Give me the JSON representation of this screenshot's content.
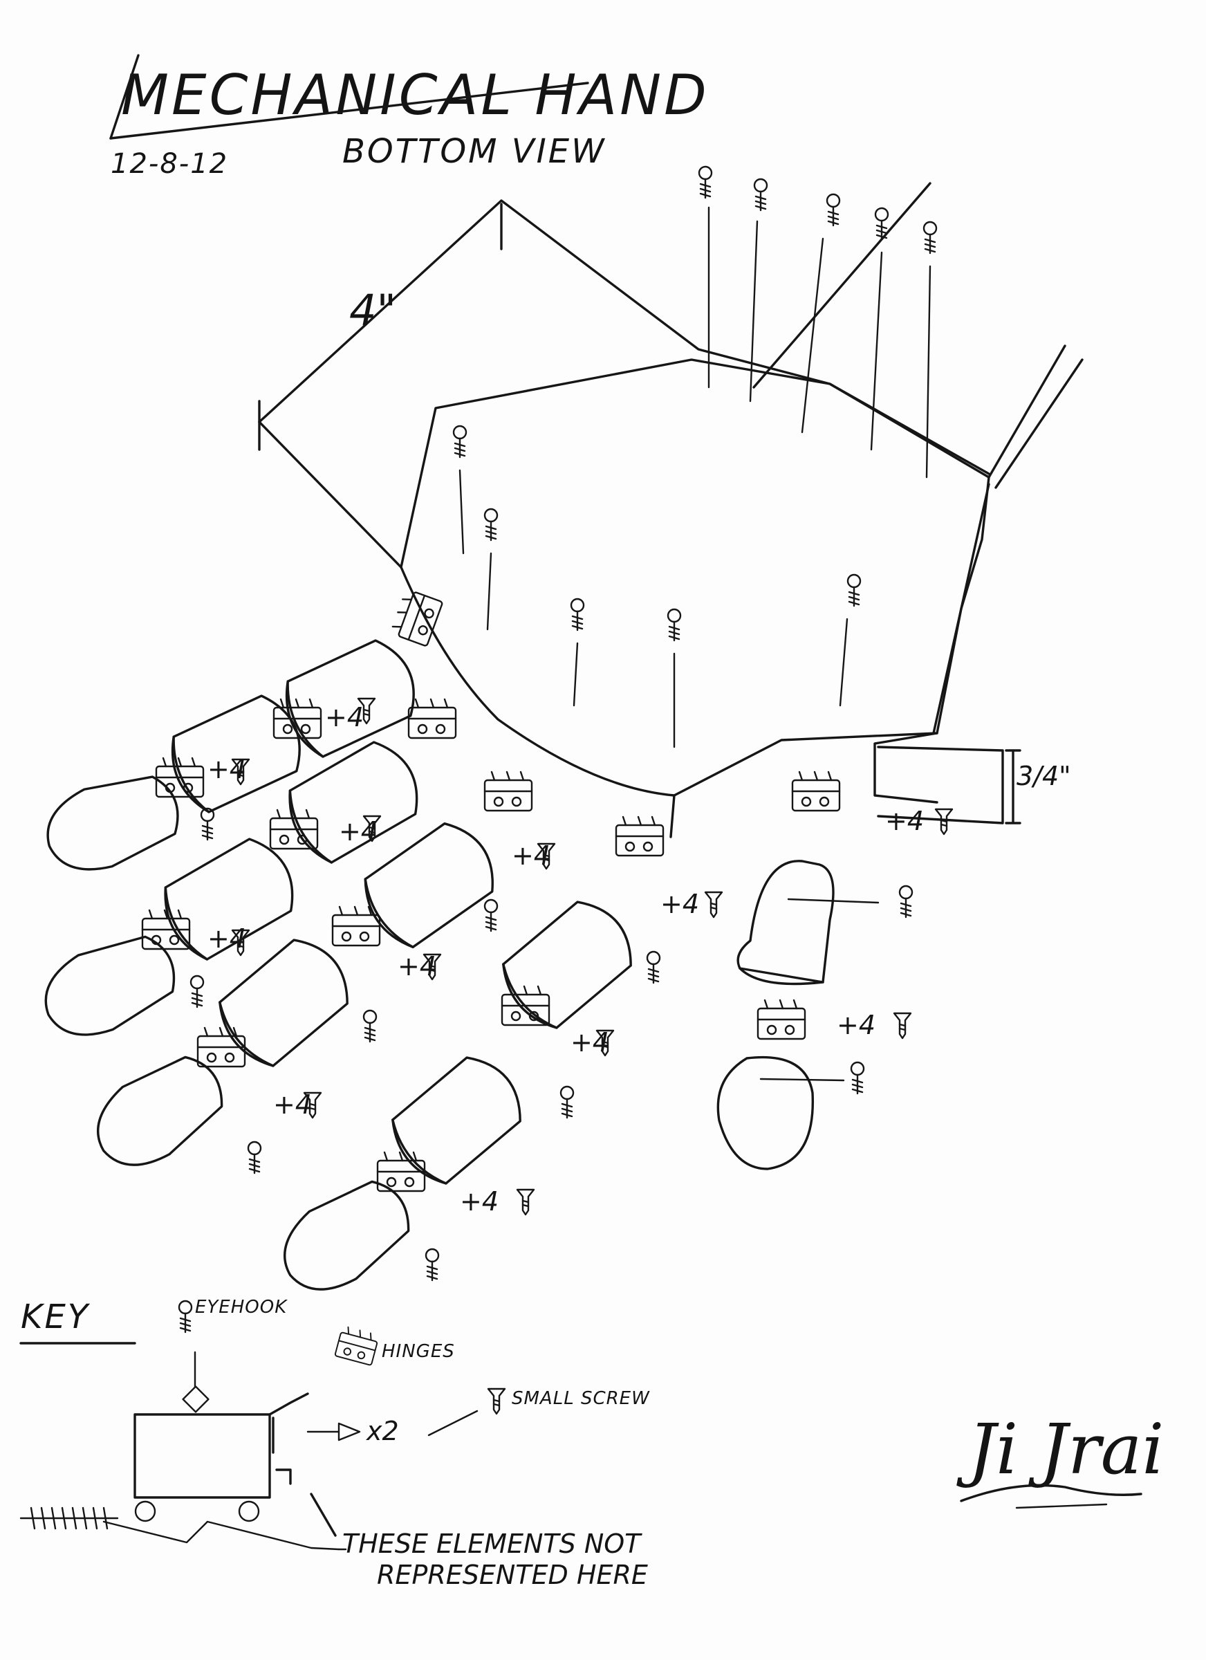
{
  "title": "MECHANICAL HAND",
  "subtitle": "BOTTOM VIEW",
  "date": "12-8-12",
  "dimensions": {
    "width": "4\"",
    "thickness": "3/4\""
  },
  "fastener_label": "+4",
  "key": {
    "heading": "KEY",
    "items": [
      {
        "icon": "eyehook-icon",
        "label": "EYEHOOK"
      },
      {
        "icon": "hinge-icon",
        "label": "HINGES"
      },
      {
        "icon": "small-screw-icon",
        "label": "SMALL SCREW"
      }
    ],
    "multiplier": "x2",
    "note_line1": "THESE ELEMENTS NOT",
    "note_line2": "REPRESENTED HERE"
  },
  "signature": "Ji Jrai",
  "colors": {
    "ink": "#161616",
    "paper": "#fdfdfd"
  }
}
